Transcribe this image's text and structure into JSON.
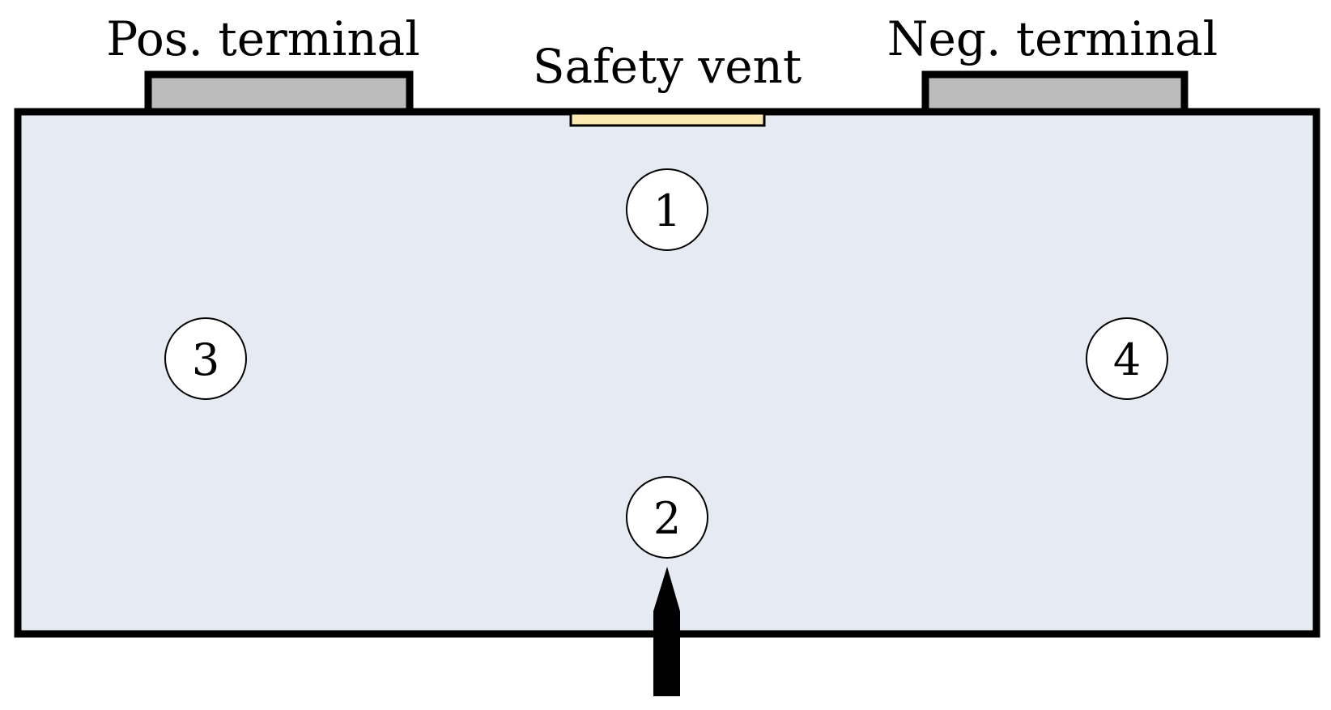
{
  "labels": {
    "pos_terminal": "Pos. terminal",
    "safety_vent": "Safety vent",
    "neg_terminal": "Neg. terminal"
  },
  "markers": [
    "1",
    "2",
    "3",
    "4"
  ],
  "colors": {
    "cell_body_fill": "#e6eaf2",
    "terminal_fill": "#bcbcbc",
    "vent_fill": "#fbe9b2",
    "outline": "#000000",
    "marker_fill": "#ffffff"
  }
}
